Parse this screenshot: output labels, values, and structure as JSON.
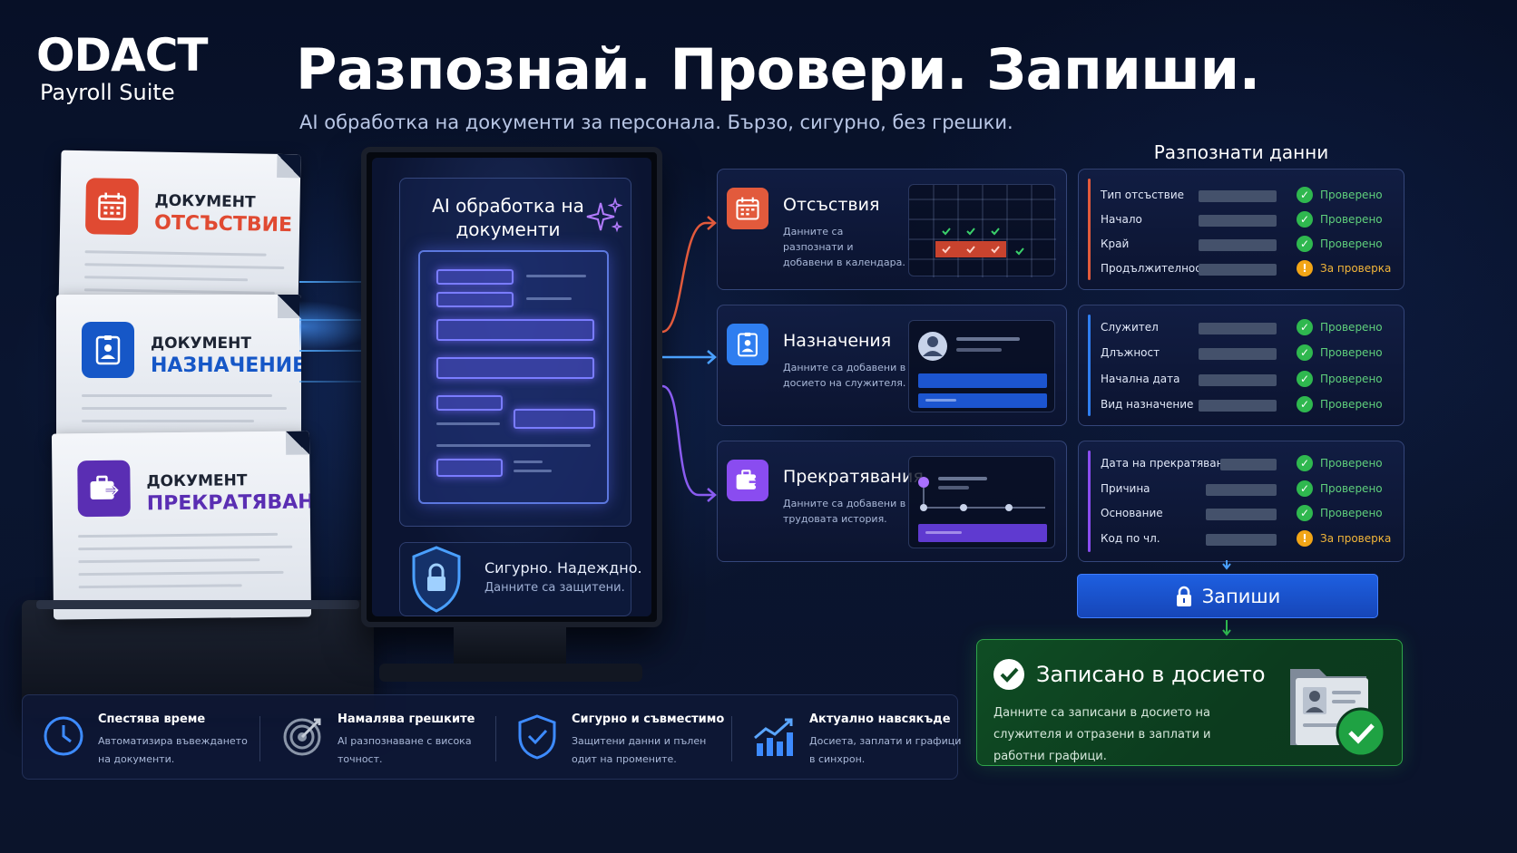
{
  "brand": {
    "name": "ODACT",
    "product": "Payroll Suite"
  },
  "headline": "Разпознай. Провери. Запиши.",
  "tagline": "AI обработка на документи за персонала. Бързо, сигурно, без грешки.",
  "documents": [
    {
      "label": "ДОКУМЕНТ",
      "type": "ОТСЪСТВИЕ",
      "icon": "calendar-icon",
      "color": "#e04a32"
    },
    {
      "label": "ДОКУМЕНТ",
      "type": "НАЗНАЧЕНИЕ",
      "icon": "id-badge-icon",
      "color": "#1657c7"
    },
    {
      "label": "ДОКУМЕНТ",
      "type": "ПРЕКРАТЯВАНЕ",
      "icon": "briefcase-exit-icon",
      "color": "#5a2eb3"
    }
  ],
  "processor": {
    "title": "AI обработка на документи",
    "secure_title": "Сигурно. Надеждно.",
    "secure_sub": "Данните са защитени."
  },
  "categories": [
    {
      "title": "Отсъствия",
      "desc": "Данните са разпознати и добавени в календара.",
      "color": "#e25a3c"
    },
    {
      "title": "Назначения",
      "desc": "Данните са добавени в досието на служителя.",
      "color": "#2f7ef0"
    },
    {
      "title": "Прекратявания",
      "desc": "Данните са добавени в трудовата история.",
      "color": "#8a4cf0"
    }
  ],
  "recognized": {
    "title": "Разпознати данни",
    "groups": [
      {
        "accent": "#e25a3c",
        "rows": [
          {
            "label": "Тип отсъствие",
            "status": "Проверено",
            "state": "ok"
          },
          {
            "label": "Начало",
            "status": "Проверено",
            "state": "ok"
          },
          {
            "label": "Край",
            "status": "Проверено",
            "state": "ok"
          },
          {
            "label": "Продължителност",
            "status": "За проверка",
            "state": "warn"
          }
        ]
      },
      {
        "accent": "#2f7ef0",
        "rows": [
          {
            "label": "Служител",
            "status": "Проверено",
            "state": "ok"
          },
          {
            "label": "Длъжност",
            "status": "Проверено",
            "state": "ok"
          },
          {
            "label": "Начална дата",
            "status": "Проверено",
            "state": "ok"
          },
          {
            "label": "Вид назначение",
            "status": "Проверено",
            "state": "ok"
          }
        ]
      },
      {
        "accent": "#8a4cf0",
        "rows": [
          {
            "label": "Дата на прекратяване",
            "status": "Проверено",
            "state": "ok"
          },
          {
            "label": "Причина",
            "status": "Проверено",
            "state": "ok"
          },
          {
            "label": "Основание",
            "status": "Проверено",
            "state": "ok"
          },
          {
            "label": "Код по чл.",
            "status": "За проверка",
            "state": "warn"
          }
        ]
      }
    ]
  },
  "write_button": "Запиши",
  "saved": {
    "title": "Записано в досието",
    "text": "Данните са записани в досието на служителя и отразени в заплати и работни графици."
  },
  "features": [
    {
      "title": "Спестява време",
      "desc": "Автоматизира въвеждането на документи.",
      "icon": "clock-icon"
    },
    {
      "title": "Намалява грешките",
      "desc": "AI разпознаване с висока точност.",
      "icon": "target-icon"
    },
    {
      "title": "Сигурно и съвместимо",
      "desc": "Защитени данни и пълен одит на промените.",
      "icon": "shield-check-icon"
    },
    {
      "title": "Актуално навсякъде",
      "desc": "Досиета, заплати и графици в синхрон.",
      "icon": "chart-up-icon"
    }
  ],
  "colors": {
    "ok": "#2fb84f",
    "warn": "#f2a516",
    "ok_text": "#5fd07c",
    "warn_text": "#f2b63a"
  }
}
